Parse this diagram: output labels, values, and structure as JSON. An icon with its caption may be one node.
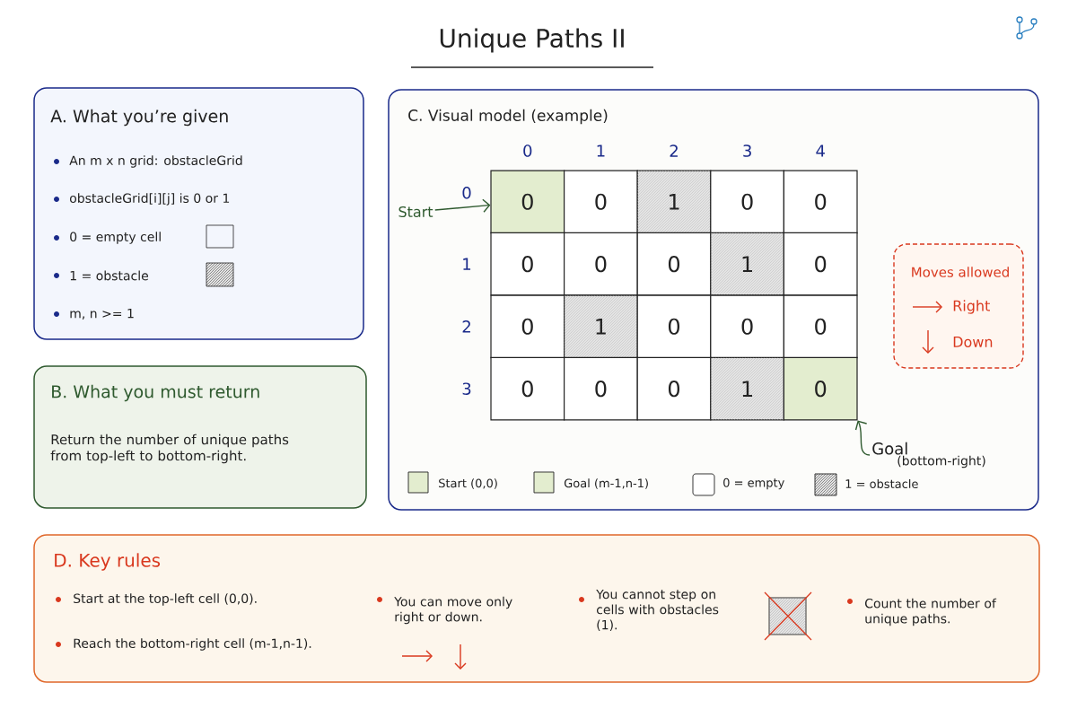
{
  "diagram": {
    "title": "Unique Paths II",
    "nodes": [
      {
        "text": [
          "A. What you’re given",
          "An m x n grid: obstacleGrid",
          "obstacleGrid[i][j] is 0 or 1",
          "0 = empty cell",
          "1 = obstacle",
          "m, n >= 1"
        ]
      },
      {
        "text": [
          "B. What you must return",
          "Return the number of unique paths from top-left to bottom-right."
        ]
      },
      {
        "text": [
          "C. Visual model (example)"
        ]
      },
      {
        "text": [
          "0"
        ],
        "in": 2
      },
      {
        "text": [
          "0"
        ],
        "in": 2
      },
      {
        "text": [
          "1"
        ],
        "in": 2
      },
      {
        "text": [
          "0"
        ],
        "in": 2
      },
      {
        "text": [
          "0"
        ],
        "in": 2
      },
      {
        "text": [
          "0"
        ],
        "in": 2
      },
      {
        "text": [
          "0"
        ],
        "in": 2
      },
      {
        "text": [
          "0"
        ],
        "in": 2
      },
      {
        "text": [
          "1"
        ],
        "in": 2
      },
      {
        "text": [
          "0"
        ],
        "in": 2
      },
      {
        "text": [
          "0"
        ],
        "in": 2
      },
      {
        "text": [
          "1"
        ],
        "in": 2
      },
      {
        "text": [
          "0"
        ],
        "in": 2
      },
      {
        "text": [
          "0"
        ],
        "in": 2
      },
      {
        "text": [
          "0"
        ],
        "in": 2
      },
      {
        "text": [
          "0"
        ],
        "in": 2
      },
      {
        "text": [
          "0"
        ],
        "in": 2
      },
      {
        "text": [
          "0"
        ],
        "in": 2
      },
      {
        "text": [
          "1"
        ],
        "in": 2
      },
      {
        "text": [
          "0"
        ],
        "in": 2
      },
      {
        "text": [
          "Start"
        ],
        "in": 2
      },
      {
        "text": [
          "Goal",
          "(bottom-right)"
        ],
        "in": 2
      },
      {
        "text": [
          "Moves allowed",
          "Right",
          "Down"
        ],
        "in": 2
      },
      {
        "text": [
          "D. Key rules",
          "Start at the top-left cell (0,0).",
          "Reach the bottom-right cell (m-1,n-1).",
          "You can move only right or down.",
          "You cannot step on cells with obstacles (1).",
          "Count the number of unique paths."
        ]
      }
    ],
    "edges": [
      {
        "from": 23,
        "to": 3,
        "arrow": "to"
      },
      {
        "from": 24,
        "to": 22,
        "arrow": "to"
      }
    ],
    "labels": [
      "0",
      "1",
      "2",
      "3",
      "4",
      "0",
      "1",
      "2",
      "3"
    ],
    "legend": [
      {
        "text": "Start (0,0)",
        "color": "#e3edcf"
      },
      {
        "text": "Goal (m-1,n-1)",
        "color": "#e3edcf"
      },
      {
        "text": "0 = empty"
      },
      {
        "text": "1 = obstacle"
      }
    ]
  }
}
